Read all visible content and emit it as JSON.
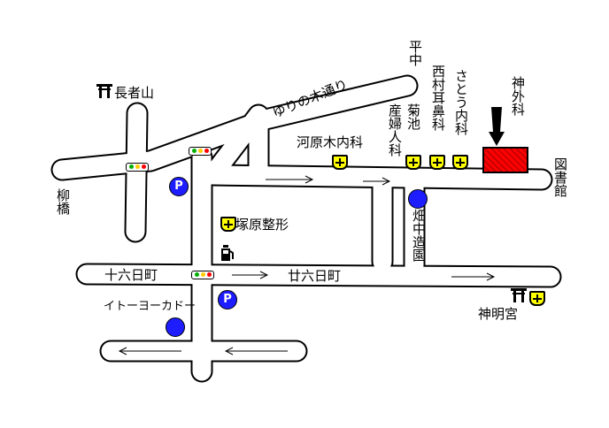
{
  "landmarks": {
    "chojayama": "長者山",
    "yanagibashi": "柳橋",
    "shinmeigu": "神明宮",
    "library": "図書館"
  },
  "roads": {
    "yurinoki": "ゆりの木通り",
    "jurokunichi": "十六日町",
    "nijurokunichi": "廿六日町"
  },
  "clinics": {
    "kawaharagi": "河原木内科",
    "sanfujin": "産婦人科",
    "kikuchi": "菊池",
    "hirachu": "平中",
    "nishimura": "西村耳鼻科",
    "sato": "さとう内科",
    "tsukahara": "塚原整形"
  },
  "destination": {
    "label": "神外科",
    "color": "#e00000"
  },
  "stores": {
    "hatanaka": "畑中造園",
    "itoyokado": "イトーヨーカドー"
  },
  "symbols": {
    "parking": "P",
    "parking_color": "#1d1dff",
    "bus_color": "#1d1dff",
    "clinic_icon": "yellow-cross-shield-icon",
    "signal_icon": "traffic-signal-icon",
    "shrine_icon": "torii-icon",
    "gas_icon": "gas-station-icon"
  }
}
